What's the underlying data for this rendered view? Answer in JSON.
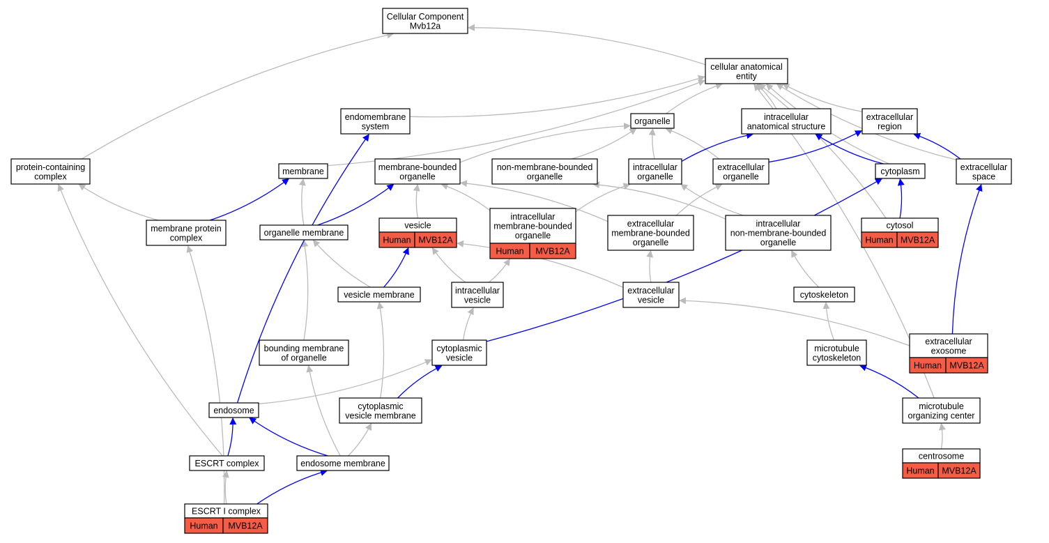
{
  "colors": {
    "is_a_edge": "#bbbbbb",
    "part_of_edge": "#0000ff",
    "annotation_fill": "#f45c46"
  },
  "nodes": {
    "root": {
      "lines": [
        "Cellular Component",
        "Mvb12a"
      ]
    },
    "cae": {
      "lines": [
        "cellular anatomical",
        "entity"
      ]
    },
    "endomembrane": {
      "lines": [
        "endomembrane",
        "system"
      ]
    },
    "organelle": {
      "lines": [
        "organelle"
      ]
    },
    "ias": {
      "lines": [
        "intracellular",
        "anatomical structure"
      ]
    },
    "ecregion": {
      "lines": [
        "extracellular",
        "region"
      ]
    },
    "pcc": {
      "lines": [
        "protein-containing",
        "complex"
      ]
    },
    "membrane": {
      "lines": [
        "membrane"
      ]
    },
    "mbo": {
      "lines": [
        "membrane-bounded",
        "organelle"
      ]
    },
    "nmbo": {
      "lines": [
        "non-membrane-bounded",
        "organelle"
      ]
    },
    "ico": {
      "lines": [
        "intracellular",
        "organelle"
      ]
    },
    "eco": {
      "lines": [
        "extracellular",
        "organelle"
      ]
    },
    "cytoplasm": {
      "lines": [
        "cytoplasm"
      ]
    },
    "ecspace": {
      "lines": [
        "extracellular",
        "space"
      ]
    },
    "mpc": {
      "lines": [
        "membrane protein",
        "complex"
      ]
    },
    "orgmem": {
      "lines": [
        "organelle membrane"
      ]
    },
    "vesicle": {
      "lines": [
        "vesicle"
      ],
      "annotation": [
        "Human",
        "MVB12A"
      ]
    },
    "imbo": {
      "lines": [
        "intracellular",
        "membrane-bounded",
        "organelle"
      ],
      "annotation": [
        "Human",
        "MVB12A"
      ]
    },
    "embo": {
      "lines": [
        "extracellular",
        "membrane-bounded",
        "organelle"
      ]
    },
    "inmbo": {
      "lines": [
        "intracellular",
        "non-membrane-bounded",
        "organelle"
      ]
    },
    "cytosol": {
      "lines": [
        "cytosol"
      ],
      "annotation": [
        "Human",
        "MVB12A"
      ]
    },
    "vesmem": {
      "lines": [
        "vesicle membrane"
      ]
    },
    "icvesicle": {
      "lines": [
        "intracellular",
        "vesicle"
      ]
    },
    "ecvesicle": {
      "lines": [
        "extracellular",
        "vesicle"
      ]
    },
    "cytoskeleton": {
      "lines": [
        "cytoskeleton"
      ]
    },
    "bmo": {
      "lines": [
        "bounding membrane",
        "of organelle"
      ]
    },
    "cpvesicle": {
      "lines": [
        "cytoplasmic",
        "vesicle"
      ]
    },
    "mtcyto": {
      "lines": [
        "microtubule",
        "cytoskeleton"
      ]
    },
    "exosome": {
      "lines": [
        "extracellular",
        "exosome"
      ],
      "annotation": [
        "Human",
        "MVB12A"
      ]
    },
    "endosome": {
      "lines": [
        "endosome"
      ]
    },
    "cpvesmem": {
      "lines": [
        "cytoplasmic",
        "vesicle membrane"
      ]
    },
    "mtoc": {
      "lines": [
        "microtubule",
        "organizing center"
      ]
    },
    "escrt": {
      "lines": [
        "ESCRT complex"
      ]
    },
    "endomem": {
      "lines": [
        "endosome membrane"
      ]
    },
    "centrosome": {
      "lines": [
        "centrosome"
      ],
      "annotation": [
        "Human",
        "MVB12A"
      ]
    },
    "escrt1": {
      "lines": [
        "ESCRT I complex"
      ],
      "annotation": [
        "Human",
        "MVB12A"
      ]
    }
  },
  "edges": [
    {
      "from": "cae",
      "to": "root",
      "rel": "is_a"
    },
    {
      "from": "pcc",
      "to": "root",
      "rel": "is_a"
    },
    {
      "from": "endomembrane",
      "to": "cae",
      "rel": "is_a"
    },
    {
      "from": "organelle",
      "to": "cae",
      "rel": "is_a"
    },
    {
      "from": "ias",
      "to": "cae",
      "rel": "is_a"
    },
    {
      "from": "ecregion",
      "to": "cae",
      "rel": "is_a"
    },
    {
      "from": "membrane",
      "to": "cae",
      "rel": "is_a"
    },
    {
      "from": "cytoplasm",
      "to": "cae",
      "rel": "is_a"
    },
    {
      "from": "cytosol",
      "to": "cae",
      "rel": "is_a"
    },
    {
      "from": "ecspace",
      "to": "cae",
      "rel": "is_a"
    },
    {
      "from": "mtoc",
      "to": "cae",
      "rel": "is_a"
    },
    {
      "from": "mbo",
      "to": "organelle",
      "rel": "is_a"
    },
    {
      "from": "nmbo",
      "to": "organelle",
      "rel": "is_a"
    },
    {
      "from": "ico",
      "to": "organelle",
      "rel": "is_a"
    },
    {
      "from": "eco",
      "to": "organelle",
      "rel": "is_a"
    },
    {
      "from": "ico",
      "to": "ias",
      "rel": "part_of"
    },
    {
      "from": "eco",
      "to": "ecregion",
      "rel": "part_of"
    },
    {
      "from": "cytoplasm",
      "to": "ias",
      "rel": "part_of"
    },
    {
      "from": "ecspace",
      "to": "ecregion",
      "rel": "part_of"
    },
    {
      "from": "mpc",
      "to": "pcc",
      "rel": "is_a"
    },
    {
      "from": "mpc",
      "to": "membrane",
      "rel": "part_of"
    },
    {
      "from": "orgmem",
      "to": "membrane",
      "rel": "is_a"
    },
    {
      "from": "orgmem",
      "to": "mbo",
      "rel": "part_of"
    },
    {
      "from": "vesicle",
      "to": "mbo",
      "rel": "is_a"
    },
    {
      "from": "imbo",
      "to": "mbo",
      "rel": "is_a"
    },
    {
      "from": "imbo",
      "to": "ico",
      "rel": "is_a"
    },
    {
      "from": "embo",
      "to": "mbo",
      "rel": "is_a"
    },
    {
      "from": "embo",
      "to": "eco",
      "rel": "is_a"
    },
    {
      "from": "inmbo",
      "to": "nmbo",
      "rel": "is_a"
    },
    {
      "from": "inmbo",
      "to": "ico",
      "rel": "is_a"
    },
    {
      "from": "cytosol",
      "to": "cytoplasm",
      "rel": "part_of"
    },
    {
      "from": "vesmem",
      "to": "orgmem",
      "rel": "is_a"
    },
    {
      "from": "vesmem",
      "to": "vesicle",
      "rel": "part_of"
    },
    {
      "from": "icvesicle",
      "to": "vesicle",
      "rel": "is_a"
    },
    {
      "from": "icvesicle",
      "to": "imbo",
      "rel": "is_a"
    },
    {
      "from": "ecvesicle",
      "to": "embo",
      "rel": "is_a"
    },
    {
      "from": "ecvesicle",
      "to": "vesicle",
      "rel": "is_a"
    },
    {
      "from": "cytoskeleton",
      "to": "inmbo",
      "rel": "is_a"
    },
    {
      "from": "bmo",
      "to": "orgmem",
      "rel": "is_a"
    },
    {
      "from": "cpvesicle",
      "to": "icvesicle",
      "rel": "is_a"
    },
    {
      "from": "cpvesicle",
      "to": "cytoplasm",
      "rel": "part_of"
    },
    {
      "from": "mtcyto",
      "to": "cytoskeleton",
      "rel": "is_a"
    },
    {
      "from": "exosome",
      "to": "ecvesicle",
      "rel": "is_a"
    },
    {
      "from": "exosome",
      "to": "ecspace",
      "rel": "part_of"
    },
    {
      "from": "endosome",
      "to": "cpvesicle",
      "rel": "is_a"
    },
    {
      "from": "endosome",
      "to": "endomembrane",
      "rel": "part_of"
    },
    {
      "from": "cpvesmem",
      "to": "vesmem",
      "rel": "is_a"
    },
    {
      "from": "cpvesmem",
      "to": "cpvesicle",
      "rel": "part_of"
    },
    {
      "from": "mtoc",
      "to": "mtcyto",
      "rel": "part_of"
    },
    {
      "from": "escrt",
      "to": "pcc",
      "rel": "is_a"
    },
    {
      "from": "escrt",
      "to": "endosome",
      "rel": "part_of"
    },
    {
      "from": "endomem",
      "to": "bmo",
      "rel": "is_a"
    },
    {
      "from": "endomem",
      "to": "cpvesmem",
      "rel": "is_a"
    },
    {
      "from": "endomem",
      "to": "endosome",
      "rel": "part_of"
    },
    {
      "from": "centrosome",
      "to": "mtoc",
      "rel": "is_a"
    },
    {
      "from": "escrt1",
      "to": "escrt",
      "rel": "is_a"
    },
    {
      "from": "escrt1",
      "to": "mpc",
      "rel": "is_a"
    },
    {
      "from": "escrt1",
      "to": "endomem",
      "rel": "part_of"
    }
  ]
}
